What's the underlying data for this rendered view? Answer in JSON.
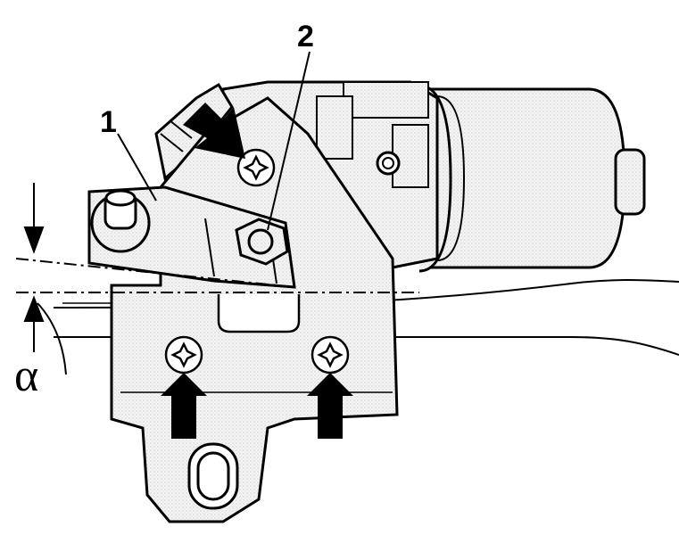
{
  "callouts": {
    "part_1": "1",
    "part_2": "2",
    "angle_symbol": "α"
  },
  "colors": {
    "line": "#000000",
    "shade": "#dcdcdc",
    "background": "#ffffff",
    "arrow": "#000000"
  }
}
